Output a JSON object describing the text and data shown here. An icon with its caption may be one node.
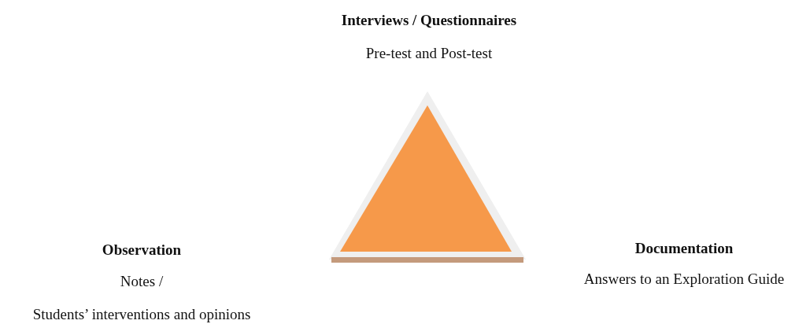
{
  "diagram": {
    "labels": [
      "Interviews / Questionnaires",
      "Pre-test and Post-test",
      "Observation",
      "Notes /",
      "Students’ interventions and opinions",
      "Documentation",
      "Answers to an Exploration Guide"
    ]
  }
}
